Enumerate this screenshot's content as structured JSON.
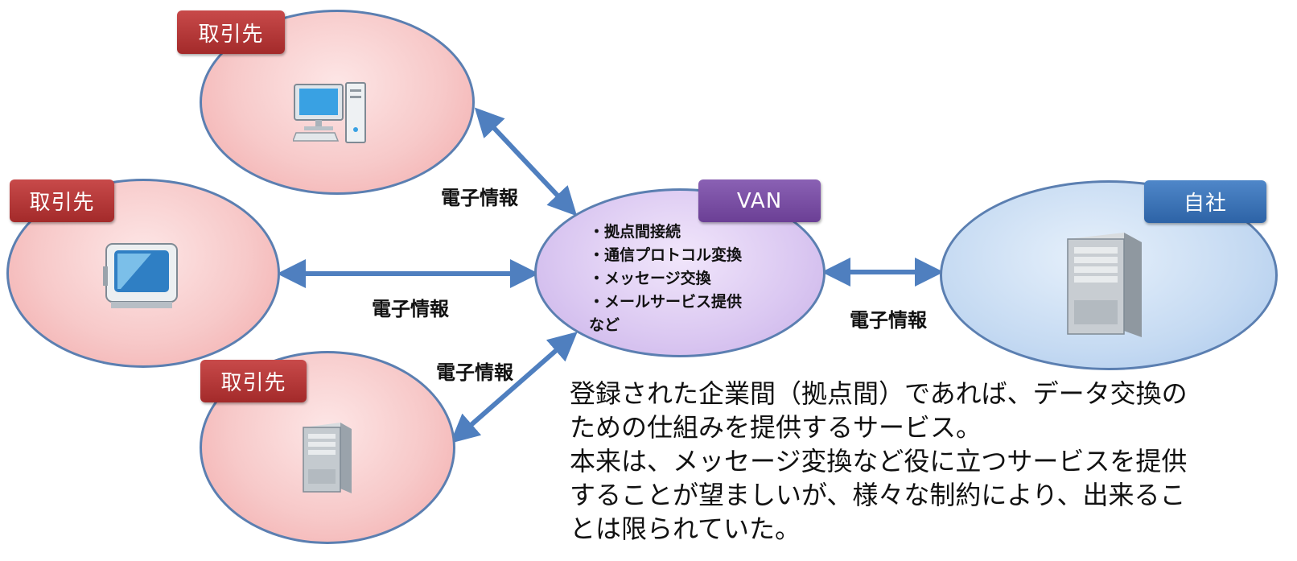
{
  "partners": [
    {
      "tag": "取引先",
      "icon": "desktop-computer-icon"
    },
    {
      "tag": "取引先",
      "icon": "crt-monitor-icon"
    },
    {
      "tag": "取引先",
      "icon": "server-tower-icon"
    }
  ],
  "van": {
    "tag": "VAN",
    "services": [
      "・拠点間接続",
      "・通信プロトコル変換",
      "・メッセージ交換",
      "・メールサービス提供"
    ],
    "etc": "など"
  },
  "own_company": {
    "tag": "自社",
    "icon": "server-tower-icon"
  },
  "flow_labels": [
    "電子情報",
    "電子情報",
    "電子情報",
    "電子情報"
  ],
  "description_lines": [
    "登録された企業間（拠点間）であれば、データ交換の",
    "ための仕組みを提供するサービス。",
    "本来は、メッセージ変換など役に立つサービスを提供",
    "することが望ましいが、様々な制約により、出来るこ",
    "とは限られていた。"
  ],
  "colors": {
    "partner_fill": "#f7c9c9",
    "van_fill": "#dac7f1",
    "own_fill": "#c5daf2",
    "ellipse_border": "#5b7fb1",
    "arrow": "#4f7fbf",
    "partner_tag": "#b53838",
    "van_tag": "#7a4fa5",
    "own_tag": "#3a72b8"
  }
}
